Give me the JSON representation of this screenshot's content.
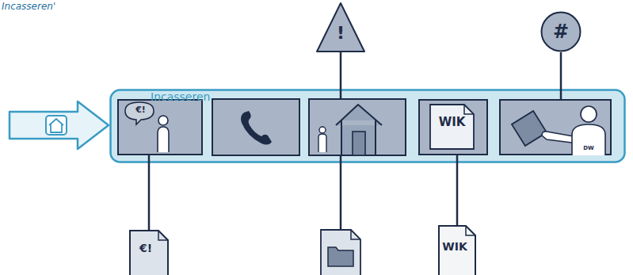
{
  "diagram": {
    "caption": "Incasseren'",
    "nodes": [
      {
        "text": [
          "!"
        ]
      },
      {
        "text": [
          "#"
        ]
      },
      {
        "text": [
          "Incasseren"
        ]
      },
      {
        "text": [
          "€!"
        ],
        "in": 2
      },
      {
        "text": [
          "WIK"
        ],
        "in": 2
      },
      {
        "text": [
          "DW"
        ],
        "in": 2
      },
      {
        "text": [
          "€!"
        ]
      },
      {
        "text": [
          "WIK"
        ]
      }
    ],
    "edges": [
      {
        "from": 3,
        "to": 6,
        "arrow": "none"
      },
      {
        "from": 4,
        "to": 7,
        "arrow": "none"
      },
      {
        "from": 5,
        "to": 1,
        "arrow": "none"
      }
    ]
  }
}
